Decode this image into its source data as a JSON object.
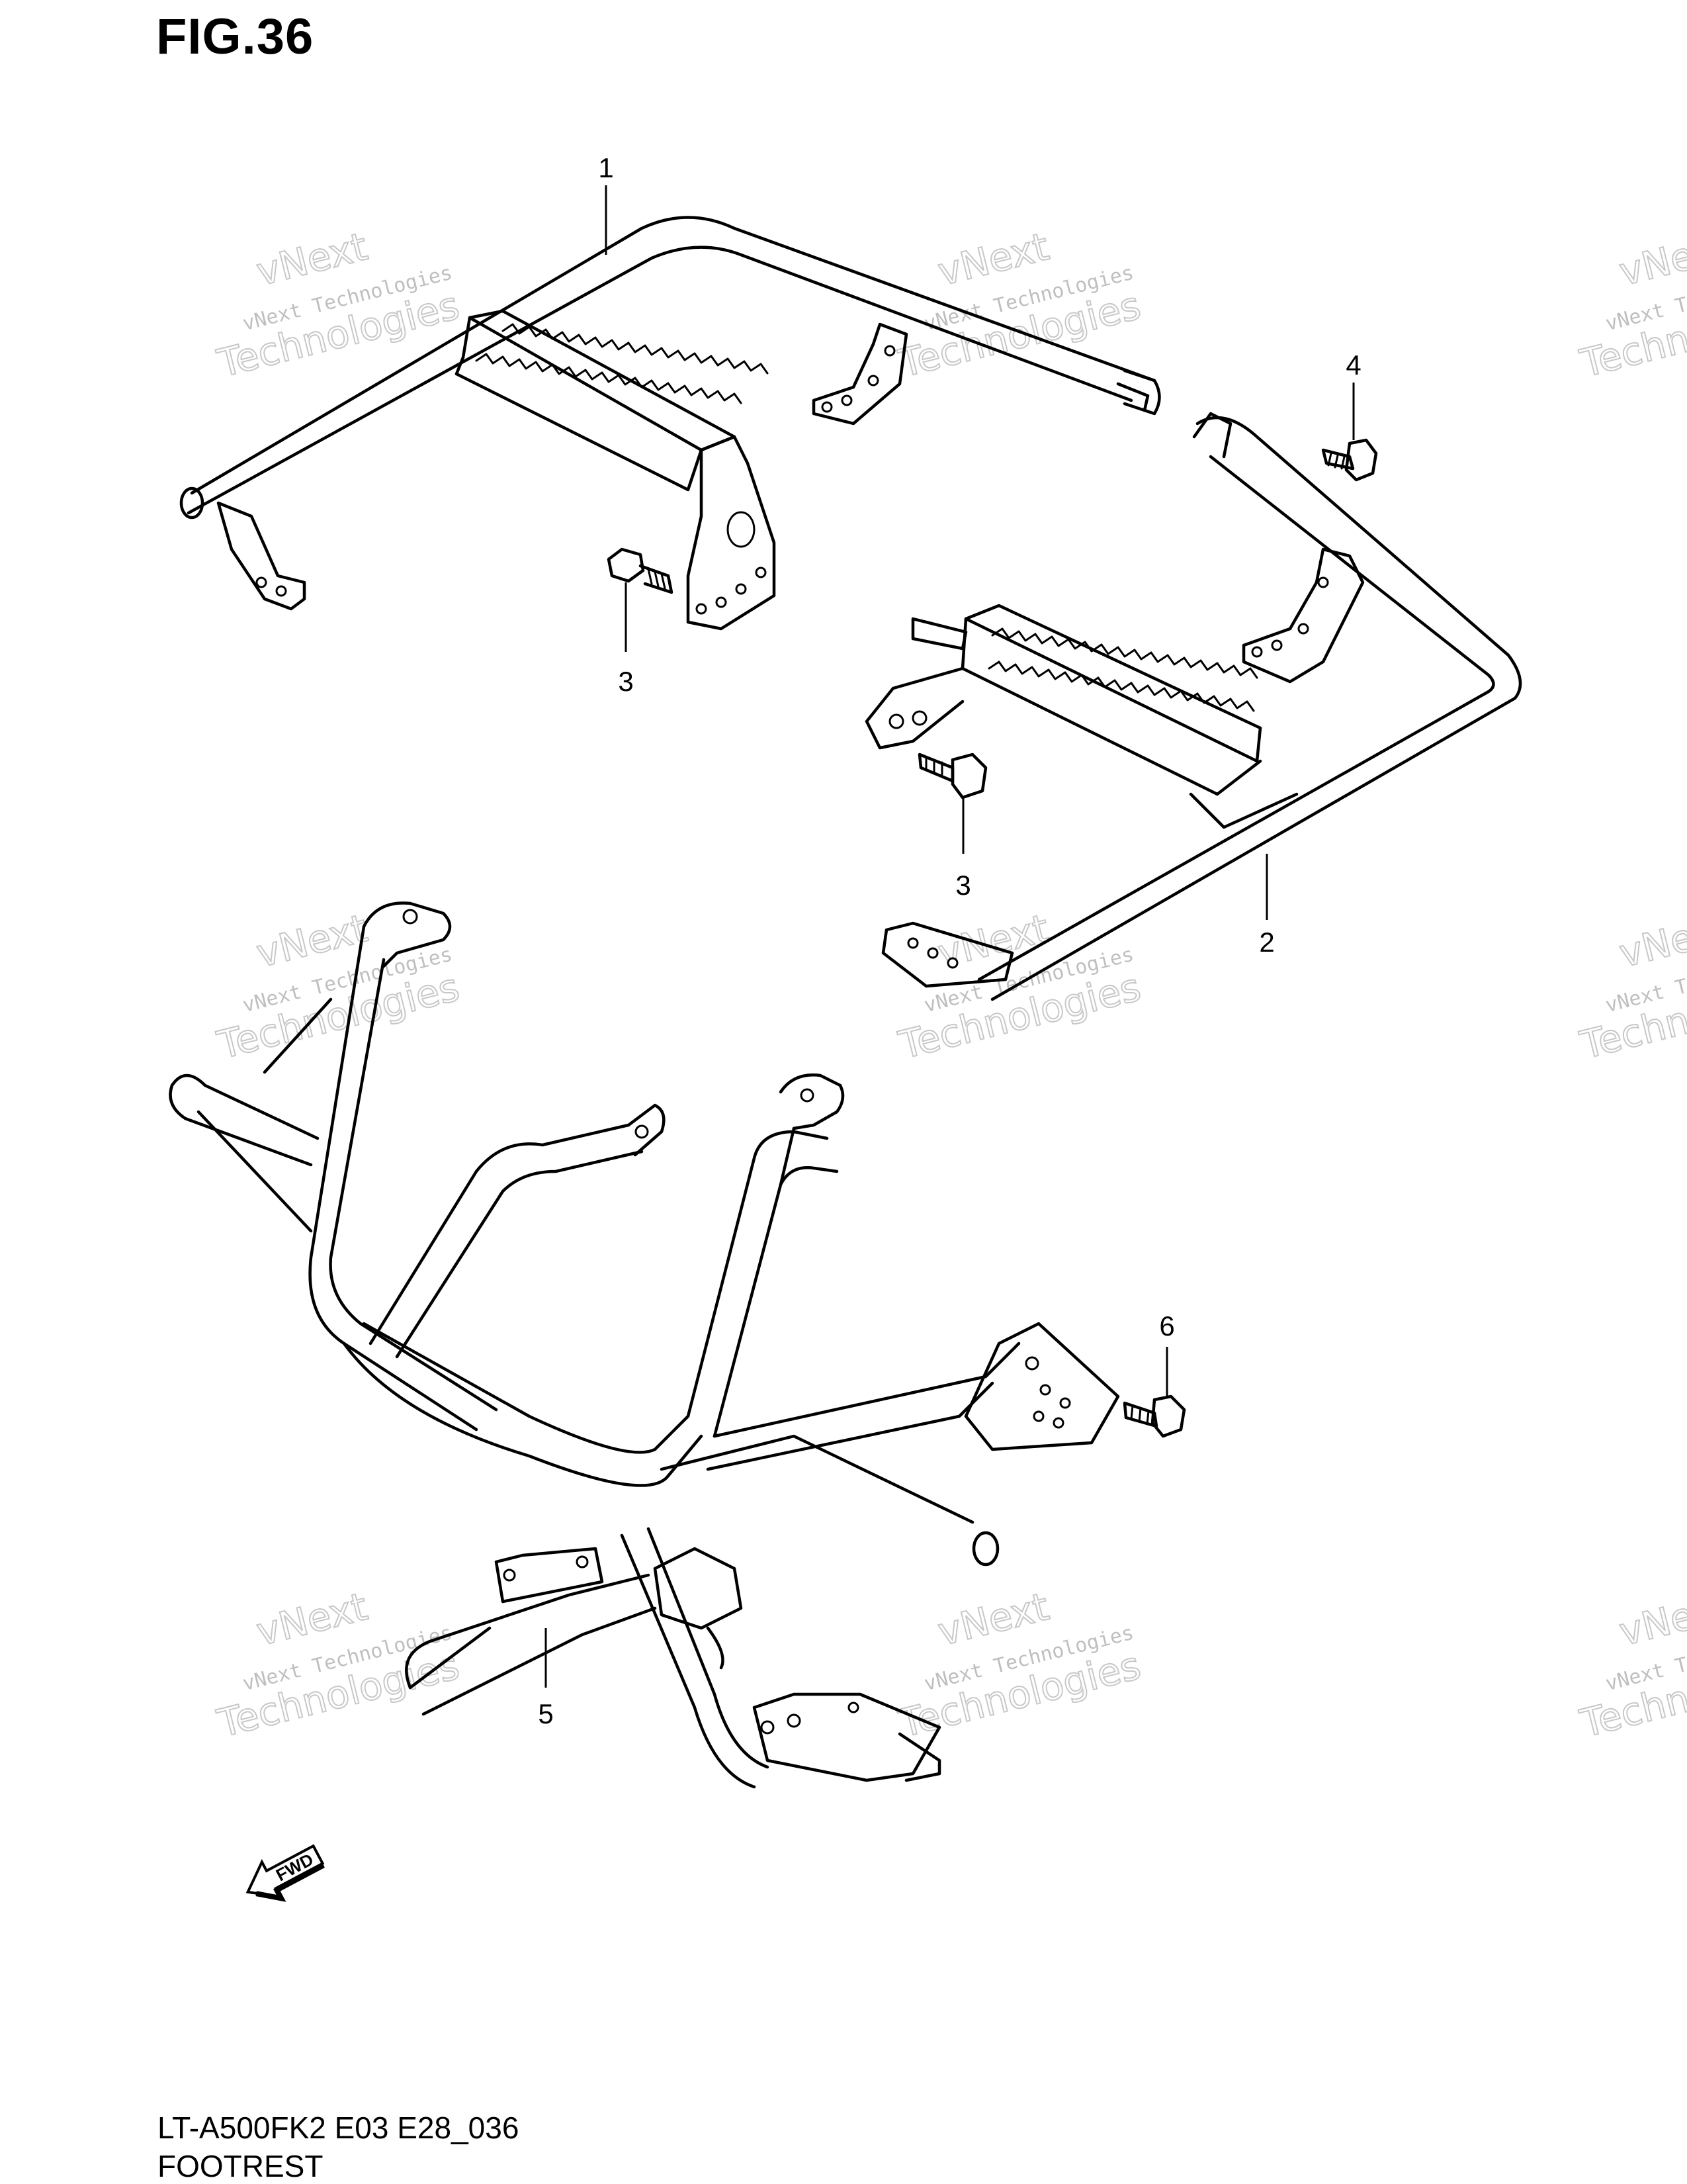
{
  "figure": {
    "title": "FIG.36"
  },
  "callouts": [
    {
      "id": "1",
      "label": "1"
    },
    {
      "id": "2",
      "label": "2"
    },
    {
      "id": "3a",
      "label": "3"
    },
    {
      "id": "3b",
      "label": "3"
    },
    {
      "id": "4",
      "label": "4"
    },
    {
      "id": "5",
      "label": "5"
    },
    {
      "id": "6",
      "label": "6"
    }
  ],
  "watermark": {
    "small": "vNext Technologies",
    "big_top": "vNext",
    "big_bottom": "Technologies"
  },
  "fwd_indicator": {
    "label": "FWD"
  },
  "footer": {
    "model_code": "LT-A500FK2 E03 E28_036",
    "section_name": "FOOTREST"
  }
}
